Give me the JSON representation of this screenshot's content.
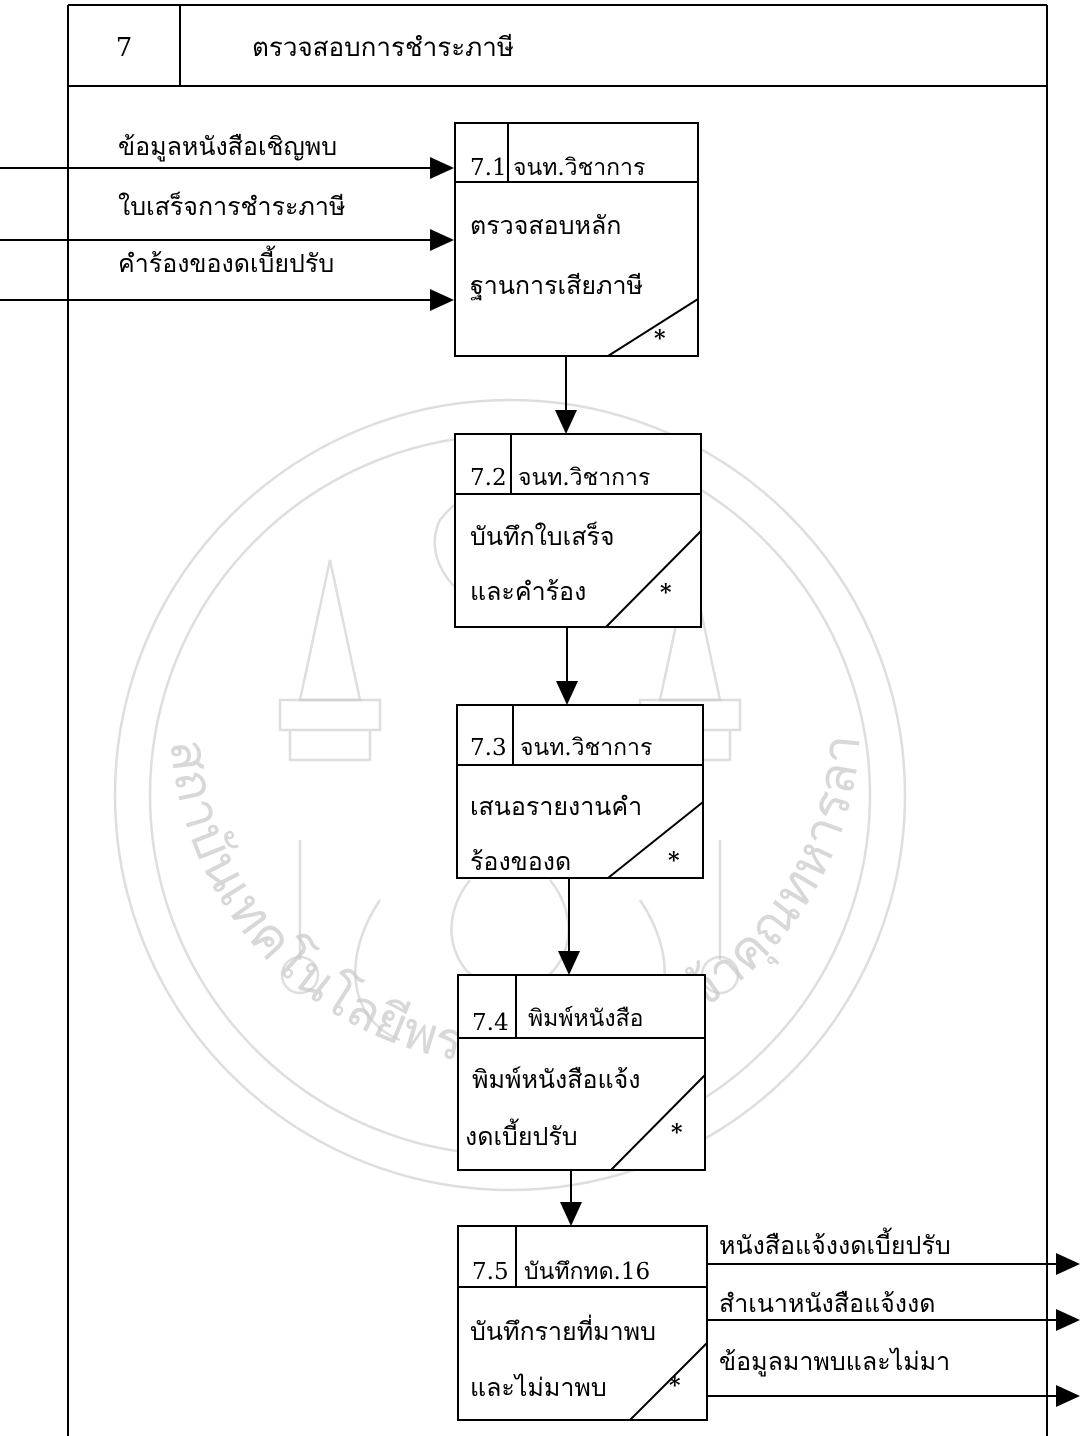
{
  "header": {
    "number": "7",
    "title": "ตรวจสอบการชำระภาษี"
  },
  "inputs": [
    {
      "label": "ข้อมูลหนังสือเชิญพบ"
    },
    {
      "label": "ใบเสร็จการชำระภาษี"
    },
    {
      "label": "คำร้องของดเบี้ยปรับ"
    }
  ],
  "processes": [
    {
      "id": "7.1",
      "actor": "จนท.วิชาการ",
      "lines": [
        "ตรวจสอบหลัก",
        "ฐานการเสียภาษี"
      ],
      "mark": "*"
    },
    {
      "id": "7.2",
      "actor": "จนท.วิชาการ",
      "lines": [
        "บันทึกใบเสร็จ",
        "และคำร้อง"
      ],
      "mark": "*"
    },
    {
      "id": "7.3",
      "actor": "จนท.วิชาการ",
      "lines": [
        "เสนอรายงานคำ",
        "ร้องของด"
      ],
      "mark": "*"
    },
    {
      "id": "7.4",
      "actor": "พิมพ์หนังสือ",
      "lines": [
        "พิมพ์หนังสือแจ้ง",
        "งดเบี้ยปรับ"
      ],
      "mark": "*"
    },
    {
      "id": "7.5",
      "actor": "บันทึกทด.16",
      "lines": [
        "บันทึกรายที่มาพบ",
        "และไม่มาพบ"
      ],
      "mark": "*"
    }
  ],
  "outputs": [
    {
      "label": "หนังสือแจ้งงดเบี้ยปรับ"
    },
    {
      "label": "สำเนาหนังสือแจ้งงด"
    },
    {
      "label": "ข้อมูลมาพบและไม่มา"
    }
  ],
  "watermark": {
    "text": "สถาบันเทคโนโลยีพระจอมเกล้าเจ้าคุณทหารลาดกระบัง"
  }
}
